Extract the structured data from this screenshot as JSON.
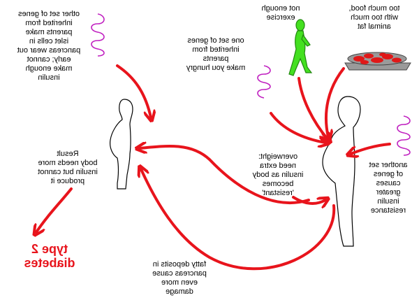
{
  "labels": {
    "genes_islet": "other set of genes\ninherited from\nparents make\nislet cells in\npancreas wear out\nearly; cannot\nmake enough\ninsulin",
    "not_enough_exercise": "not enough\nexercise",
    "too_much_food": "too much food,\nwith too much\nanimal fat",
    "genes_hungry": "one set of genes\ninherited from\nparents\nmake you  hungry",
    "result": "Result\nbody needs more\ninsulin but cannot\nproduce it",
    "overweight": "overweight:\nneed extra\ninsulin as body\nbecomes\n'resistant'",
    "genes_resistance": "another set\nof genes\ncauses\ngreater\ninsulin\nresistance",
    "fatty_deposits": "fatty deposits in\npancreas cause\neven more\ndamage",
    "type2": "type 2\ndiabetes"
  },
  "colors": {
    "arrow": "#e8141c",
    "gene_coil": "#c020c0",
    "walker_fill": "#44e020",
    "walker_stroke": "#228810",
    "food_plate": "#9a9a9a",
    "food_blobs": "#e01818",
    "type2_text": "#e8141c"
  }
}
